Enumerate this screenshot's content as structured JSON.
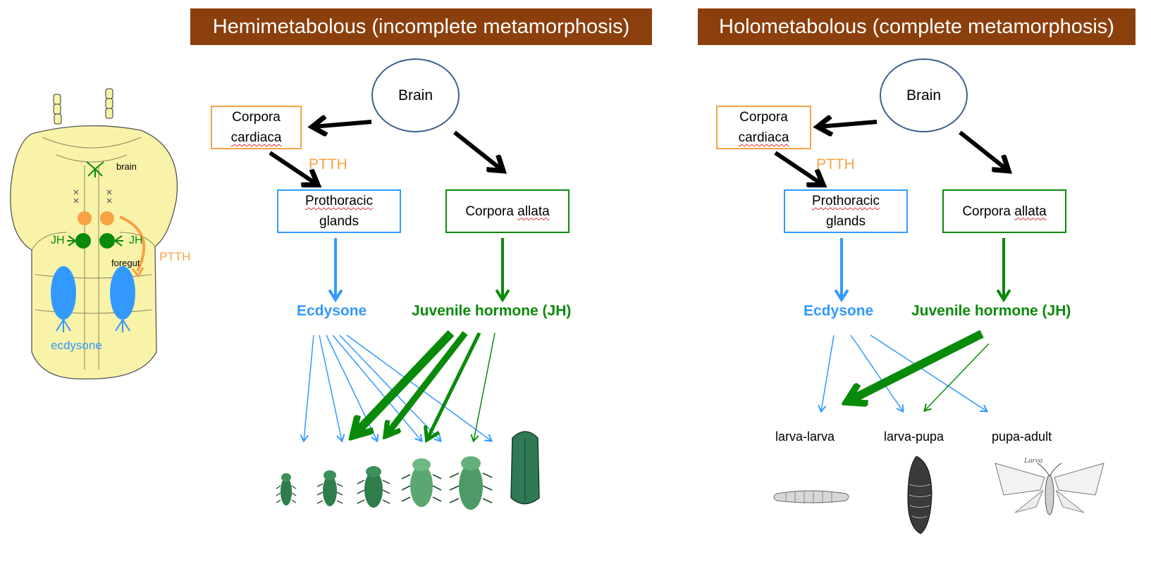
{
  "colors": {
    "banner": "#8b3f0c",
    "ecdysone": "#3399ff",
    "jh": "#0a8a0a",
    "ptth": "#f7a244",
    "brain_outline": "#3f5f8f",
    "arrow": "#000000",
    "insect_body": "#f8f3a8"
  },
  "insect_diagram": {
    "brain_label": "brain",
    "jh_left_label": "JH",
    "jh_right_label": "JH",
    "foregut_label": "foregut",
    "ptth_label": "PTTH",
    "ecdysone_label": "ecdysone"
  },
  "hemi": {
    "title": "Hemimetabolous (incomplete metamorphosis)",
    "brain": "Brain",
    "corpora_cardiaca_line1": "Corpora",
    "corpora_cardiaca_line2": "cardiaca",
    "ptth": "PTTH",
    "prothoracic_line1": "Prothoracic",
    "prothoracic_line2": "glands",
    "corpora_allata_word1": "Corpora",
    "corpora_allata_word2": "allata",
    "ecdysone": "Ecdysone",
    "jh": "Juvenile hormone (JH)",
    "stage_icons": [
      "nymph-instar-1-icon",
      "nymph-instar-2-icon",
      "nymph-instar-3-icon",
      "nymph-instar-4-icon",
      "nymph-instar-5-icon",
      "adult-leafhopper-icon"
    ]
  },
  "holo": {
    "title": "Holometabolous (complete metamorphosis)",
    "brain": "Brain",
    "corpora_cardiaca_line1": "Corpora",
    "corpora_cardiaca_line2": "cardiaca",
    "ptth": "PTTH",
    "prothoracic_line1": "Prothoracic",
    "prothoracic_line2": "glands",
    "corpora_allata_word1": "Corpora",
    "corpora_allata_word2": "allata",
    "ecdysone": "Ecdysone",
    "jh": "Juvenile hormone (JH)",
    "stages": [
      "larva-larva",
      "larva-pupa",
      "pupa-adult"
    ],
    "stage_icons": [
      "larva-icon",
      "pupa-icon",
      "moth-icon"
    ],
    "moth_caption": "Larva"
  }
}
